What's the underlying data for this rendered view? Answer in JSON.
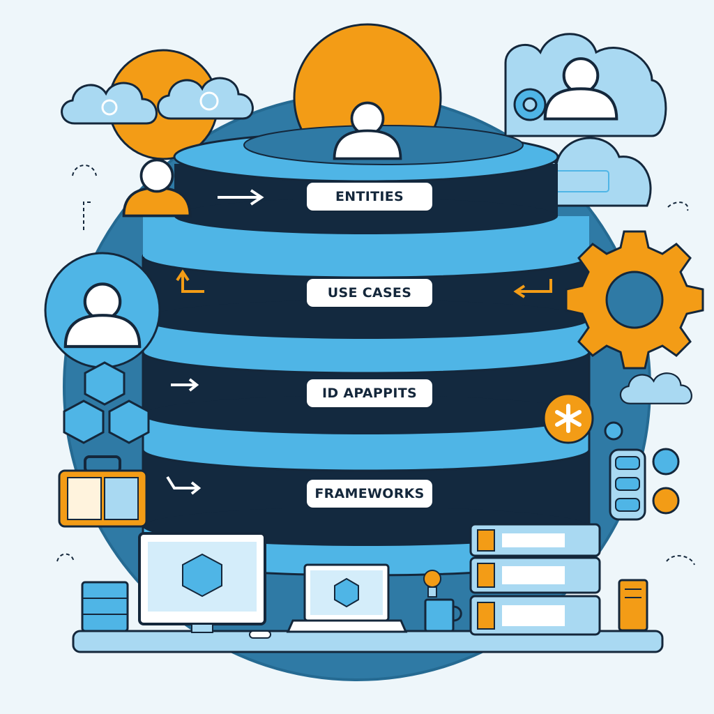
{
  "diagram": {
    "layers": [
      {
        "label": "ENTITIES"
      },
      {
        "label": "USE CASES"
      },
      {
        "label": "ID APAPPITS"
      },
      {
        "label": "FRAMEWORKS"
      }
    ]
  },
  "colors": {
    "background": "#eef6fa",
    "backdrop_circle": "#2f7aa5",
    "layer_dark": "#13293f",
    "layer_light": "#4fb5e6",
    "accent_orange": "#f39c16",
    "cloud": "#a9d9f2"
  },
  "icons": [
    "user-icon",
    "cloud-icon",
    "gear-icon",
    "monitor-icon",
    "laptop-icon",
    "server-icon",
    "briefcase-icon",
    "lightbulb-icon",
    "cube-icon",
    "arrow-icon"
  ]
}
